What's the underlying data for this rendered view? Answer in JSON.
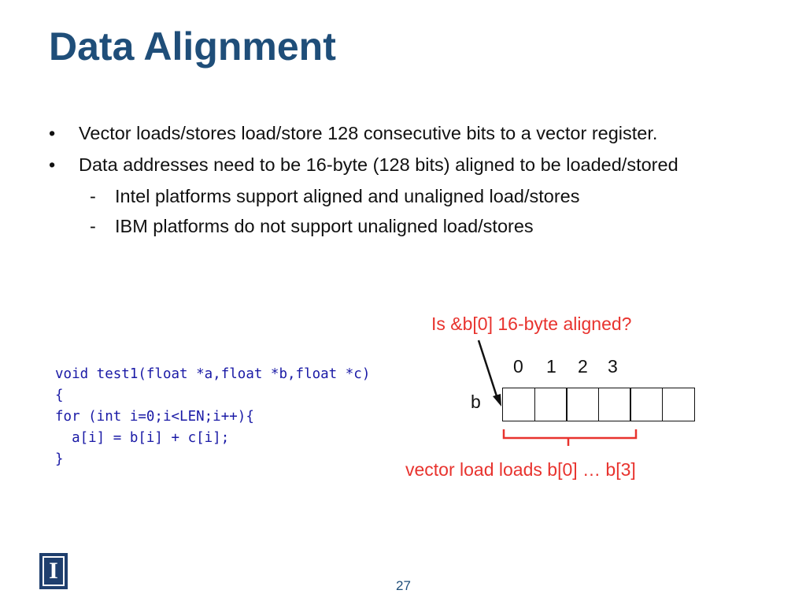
{
  "slide": {
    "title": "Data Alignment",
    "bullets": [
      {
        "marker": "•",
        "text": "Vector loads/stores load/store 128 consecutive bits to a vector register."
      },
      {
        "marker": "•",
        "text": "Data addresses need to be 16-byte (128 bits) aligned to be loaded/stored"
      }
    ],
    "subbullets": [
      {
        "marker": "-",
        "text": "Intel platforms support aligned and unaligned load/stores"
      },
      {
        "marker": "-",
        "text": "IBM platforms do not support unaligned load/stores"
      }
    ],
    "code_lines": [
      "void test1(float *a,float *b,float *c)",
      "{",
      "for (int i=0;i<LEN;i++){",
      "  a[i] = b[i] + c[i];",
      "}"
    ],
    "diagram": {
      "question": "Is &b[0] 16-byte aligned?",
      "indices": [
        "0",
        "1",
        "2",
        "3"
      ],
      "array_label": "b",
      "cell_count": 6,
      "brace_label": "vector load loads b[0] … b[3]",
      "accent_color": "#e8332e"
    },
    "logo_letter": "I",
    "page_number": "27",
    "colors": {
      "title": "#1f4e79",
      "code": "#1a1aa6",
      "accent": "#e8332e",
      "logo": "#1f3f6e"
    }
  }
}
